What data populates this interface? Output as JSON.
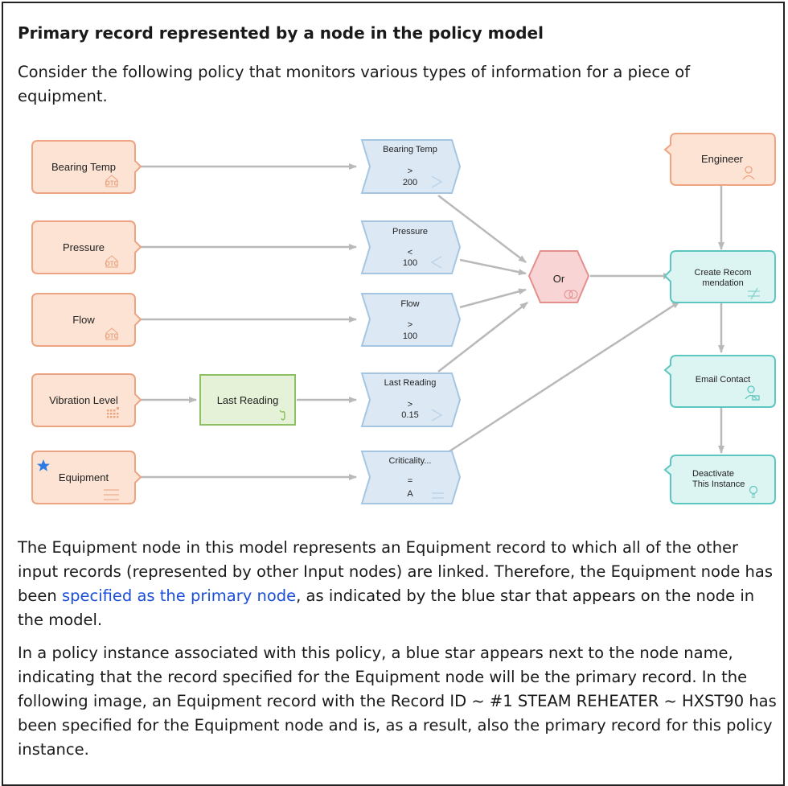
{
  "heading": "Primary record represented by a node in the policy model",
  "intro": "Consider the following policy that monitors various types of information for a piece of equipment.",
  "diagram": {
    "inputs": {
      "bearing_temp": "Bearing Temp",
      "pressure": "Pressure",
      "flow": "Flow",
      "vibration_level": "Vibration Level",
      "equipment": "Equipment"
    },
    "otc_badge": "OTC",
    "calculation": {
      "last_reading": "Last Reading"
    },
    "conditions": {
      "bearing_temp": {
        "label": "Bearing Temp",
        "operator": ">",
        "value": "200"
      },
      "pressure": {
        "label": "Pressure",
        "operator": "<",
        "value": "100"
      },
      "flow": {
        "label": "Flow",
        "operator": ">",
        "value": "100"
      },
      "last_reading": {
        "label": "Last Reading",
        "operator": ">",
        "value": "0.15"
      },
      "criticality": {
        "label": "Criticality...",
        "operator": "=",
        "value": "A"
      }
    },
    "logic": {
      "or": "Or"
    },
    "actions": {
      "engineer": "Engineer",
      "create_recommendation_line1": "Create Recom",
      "create_recommendation_line2": "mendation",
      "email_contact": "Email Contact",
      "deactivate_line1": "Deactivate",
      "deactivate_line2": "This Instance"
    },
    "colors": {
      "input_fill": "#fce3d4",
      "input_stroke": "#eda482",
      "condition_fill": "#dce8f4",
      "condition_stroke": "#a5c6e2",
      "calc_fill": "#e6f2d8",
      "calc_stroke": "#8cc063",
      "or_fill": "#f8d4d4",
      "or_stroke": "#e48e8e",
      "action_fill": "#dcf4f2",
      "action_stroke": "#5ec6c0",
      "connector": "#b9b9b9",
      "primary_star": "#2f7be4"
    }
  },
  "para2": {
    "before_link": "The Equipment node in this model represents an Equipment record to which all of the other input records (represented by other Input nodes) are linked. Therefore, the Equipment node has been ",
    "link": "specified as the primary node",
    "after_link": ", as indicated by the blue star that appears on the node in the model."
  },
  "para3": "In a policy instance associated with this policy, a blue star appears next to the node name, indicating that the record specified for the Equipment node will be the primary record. In the following image, an Equipment record with the Record ID ~ #1 STEAM REHEATER ~ HXST90 has been specified for the Equipment node and is, as a result, also the primary record for this policy instance."
}
